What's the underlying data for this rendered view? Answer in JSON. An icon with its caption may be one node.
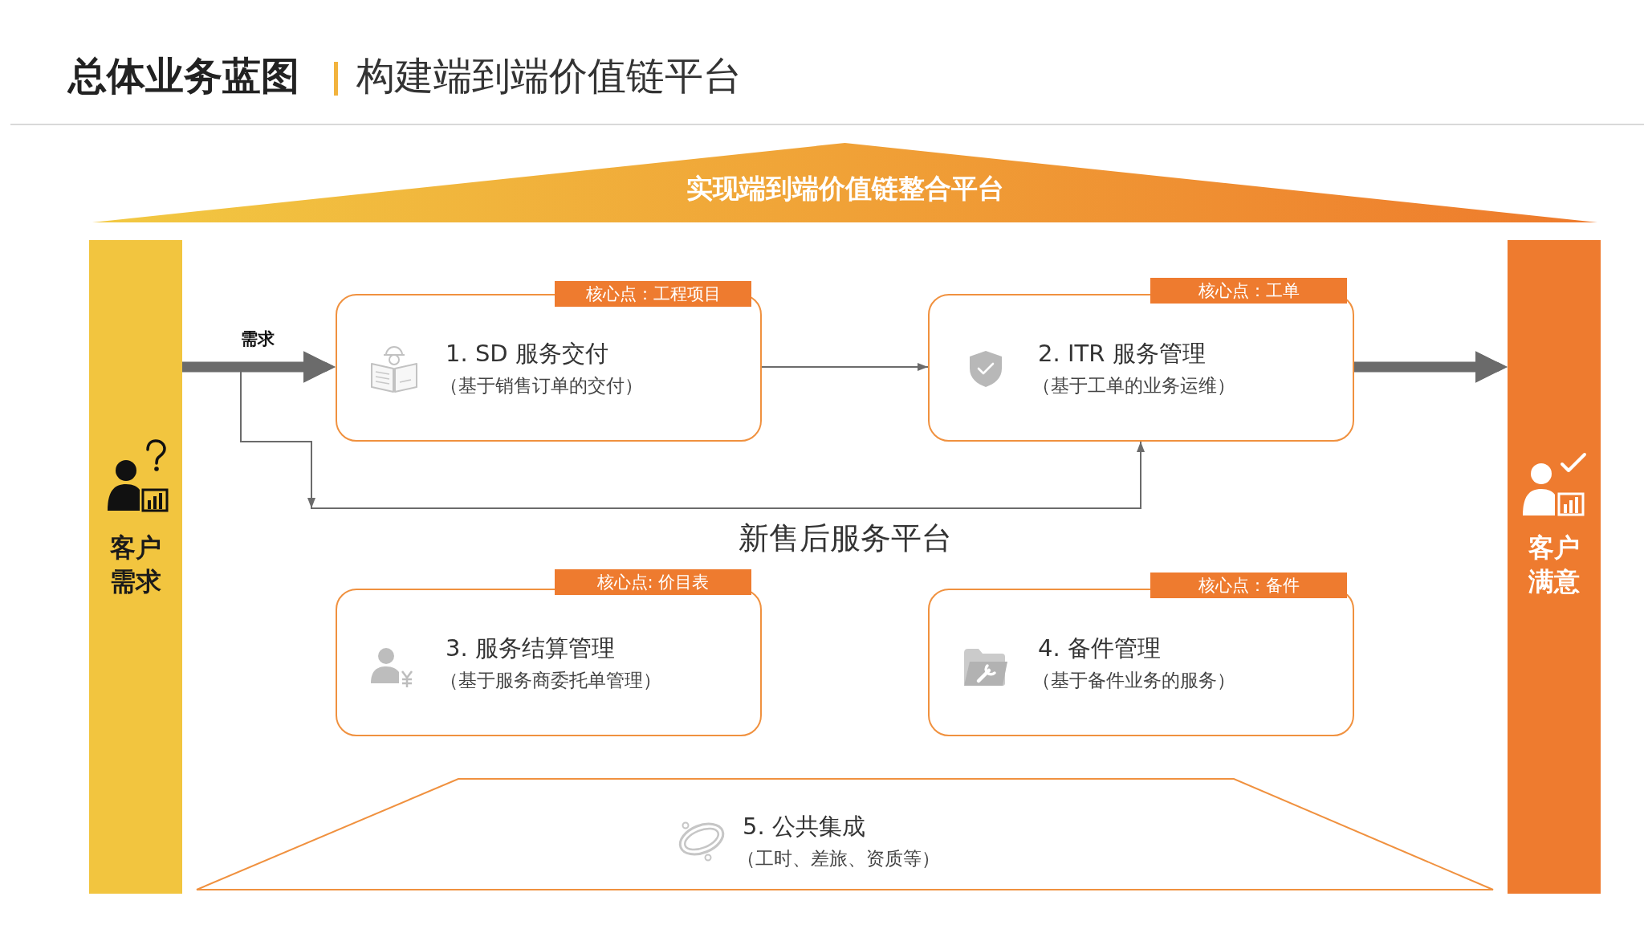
{
  "diagram": {
    "title": "总体业务蓝图",
    "nodes": [
      {
        "text": [
          "实现端到端价值链整合平台"
        ]
      },
      {
        "text": [
          "客户需求"
        ]
      },
      {
        "text": [
          "核心点：工程项目",
          "1. SD 服务交付",
          "（基于销售订单的交付）"
        ]
      },
      {
        "text": [
          "核心点：工单",
          "2. ITR 服务管理",
          "（基于工单的业务运维）"
        ]
      },
      {
        "text": [
          "客户满意"
        ]
      },
      {
        "text": [
          "核心点: 价目表",
          "3. 服务结算管理",
          "（基于服务商委托单管理）"
        ]
      },
      {
        "text": [
          "核心点：备件",
          "4. 备件管理",
          "（基于备件业务的服务）"
        ]
      },
      {
        "text": [
          "5. 公共集成",
          "（工时、差旅、资质等）"
        ]
      }
    ],
    "edges": [
      {
        "from": 1,
        "to": 2,
        "arrow": "to",
        "label": "需求",
        "style": "thick"
      },
      {
        "from": 1,
        "to": 3,
        "arrow": "to"
      },
      {
        "from": 2,
        "to": 3,
        "arrow": "to"
      },
      {
        "from": 3,
        "to": 4,
        "arrow": "to",
        "style": "thick"
      }
    ],
    "labels": [
      "构建端到端价值链平台",
      "新售后服务平台"
    ]
  }
}
